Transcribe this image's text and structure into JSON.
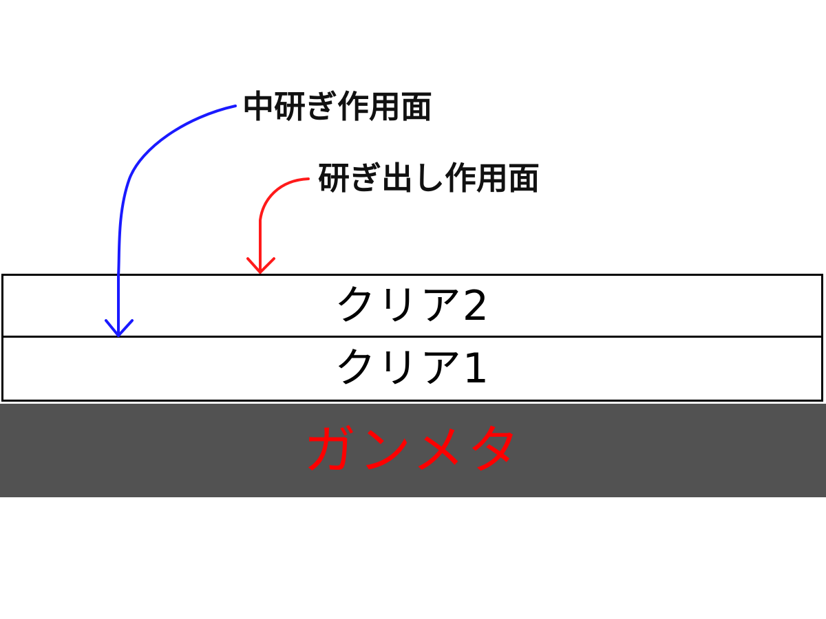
{
  "labels": {
    "mid_polish_surface": "中研ぎ作用面",
    "finish_polish_surface": "研ぎ出し作用面"
  },
  "layers": {
    "clear2": "クリア2",
    "clear1": "クリア1",
    "gunmetal": "ガンメタ"
  },
  "colors": {
    "mid_arrow": "#1a1aff",
    "finish_arrow": "#ff1a1a",
    "gunmetal_bg": "#525252",
    "gunmetal_text": "#ff0000"
  }
}
